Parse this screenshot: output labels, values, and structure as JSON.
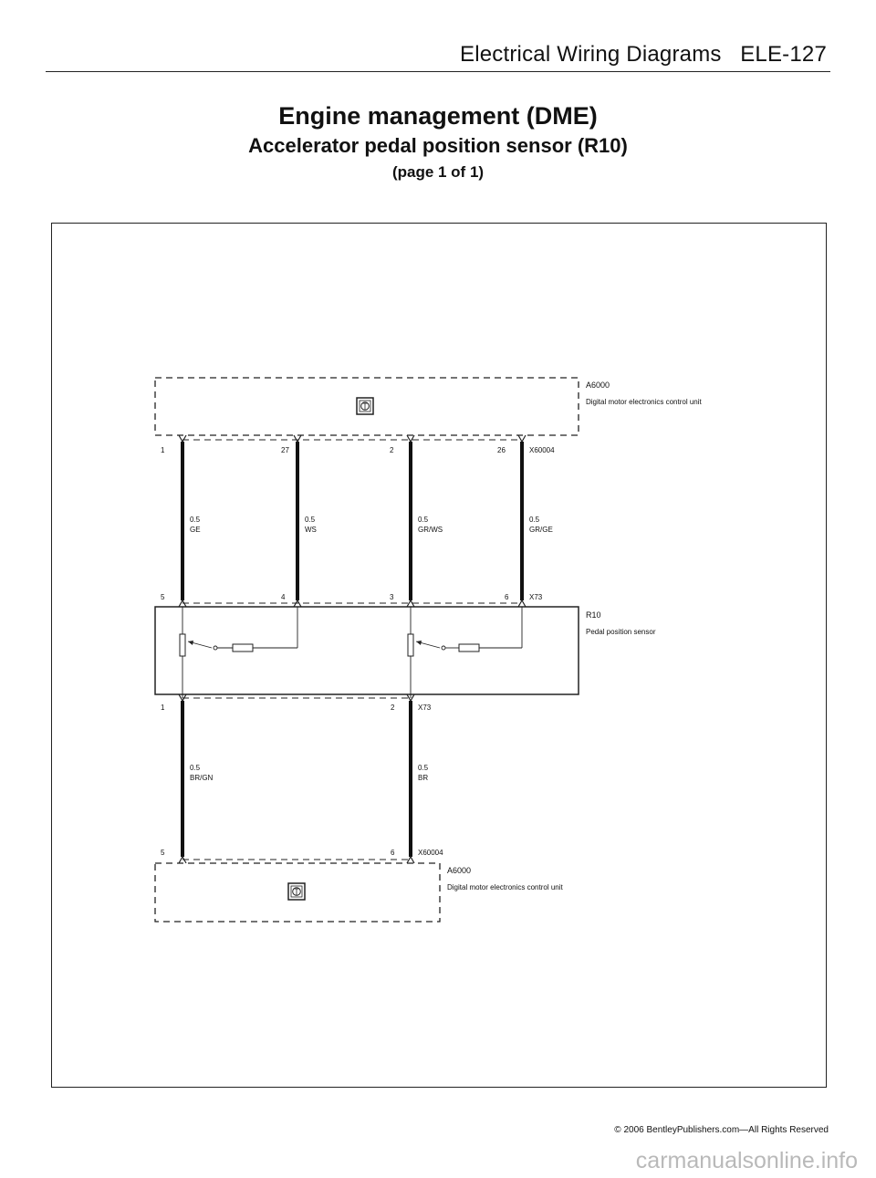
{
  "header": {
    "text": "Electrical Wiring Diagrams   ELE-127"
  },
  "titles": {
    "title": "Engine management (DME)",
    "subtitle": "Accelerator pedal position sensor (R10)",
    "page": "(page 1 of 1)"
  },
  "top_unit": {
    "id": "A6000",
    "name": "Digital motor electronics control unit",
    "connector": "X60004"
  },
  "top_pins": [
    "1",
    "27",
    "2",
    "26"
  ],
  "top_wires": [
    {
      "gauge": "0.5",
      "color": "GE"
    },
    {
      "gauge": "0.5",
      "color": "WS"
    },
    {
      "gauge": "0.5",
      "color": "GR/WS"
    },
    {
      "gauge": "0.5",
      "color": "GR/GE"
    }
  ],
  "sensor_top_pins": [
    "5",
    "4",
    "3",
    "6"
  ],
  "sensor": {
    "id": "R10",
    "name": "Pedal position sensor",
    "connector": "X73"
  },
  "sensor_bottom_pins": [
    "1",
    "2"
  ],
  "bottom_wires": [
    {
      "gauge": "0.5",
      "color": "BR/GN"
    },
    {
      "gauge": "0.5",
      "color": "BR"
    }
  ],
  "bottom_unit_pins": [
    "5",
    "6"
  ],
  "bottom_unit": {
    "id": "A6000",
    "name": "Digital motor electronics control unit",
    "connector": "X60004"
  },
  "footer": {
    "text": "© 2006 BentleyPublishers.com—All Rights Reserved"
  },
  "watermark": {
    "text": "carmanualsonline.info"
  }
}
